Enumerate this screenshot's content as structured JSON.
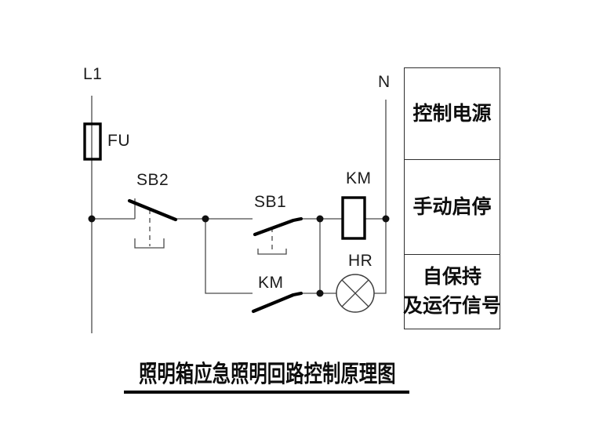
{
  "schematic": {
    "wire_labels": {
      "l1": "L1",
      "n": "N",
      "fu": "FU",
      "sb2": "SB2",
      "sb1": "SB1",
      "km_coil": "KM",
      "km_contact": "KM",
      "hr": "HR"
    },
    "function_table": {
      "rows": [
        {
          "lines": [
            "控制电源"
          ]
        },
        {
          "lines": [
            "手动启停"
          ]
        },
        {
          "lines": [
            "自保持",
            "及运行信号"
          ]
        }
      ]
    },
    "title": "照明箱应急照明回路控制原理图",
    "colors": {
      "ink": "#000000",
      "wire": "#4a4a4a"
    }
  }
}
